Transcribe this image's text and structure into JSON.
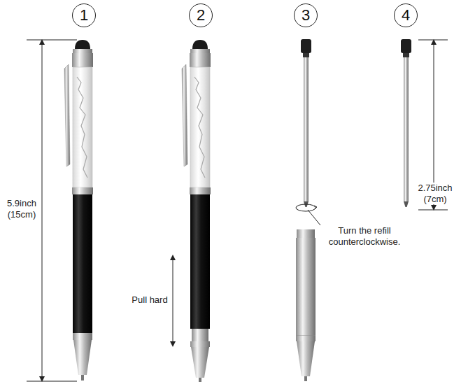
{
  "diagram": {
    "nodes": [
      {
        "text": [
          "1"
        ]
      },
      {
        "text": [
          "2"
        ]
      },
      {
        "text": [
          "3"
        ]
      },
      {
        "text": [
          "4"
        ]
      }
    ],
    "labels": [
      "5.9inch (15cm)",
      "Pull hard",
      "Turn the refill counterclockwise.",
      "2.75inch (7cm)"
    ]
  }
}
